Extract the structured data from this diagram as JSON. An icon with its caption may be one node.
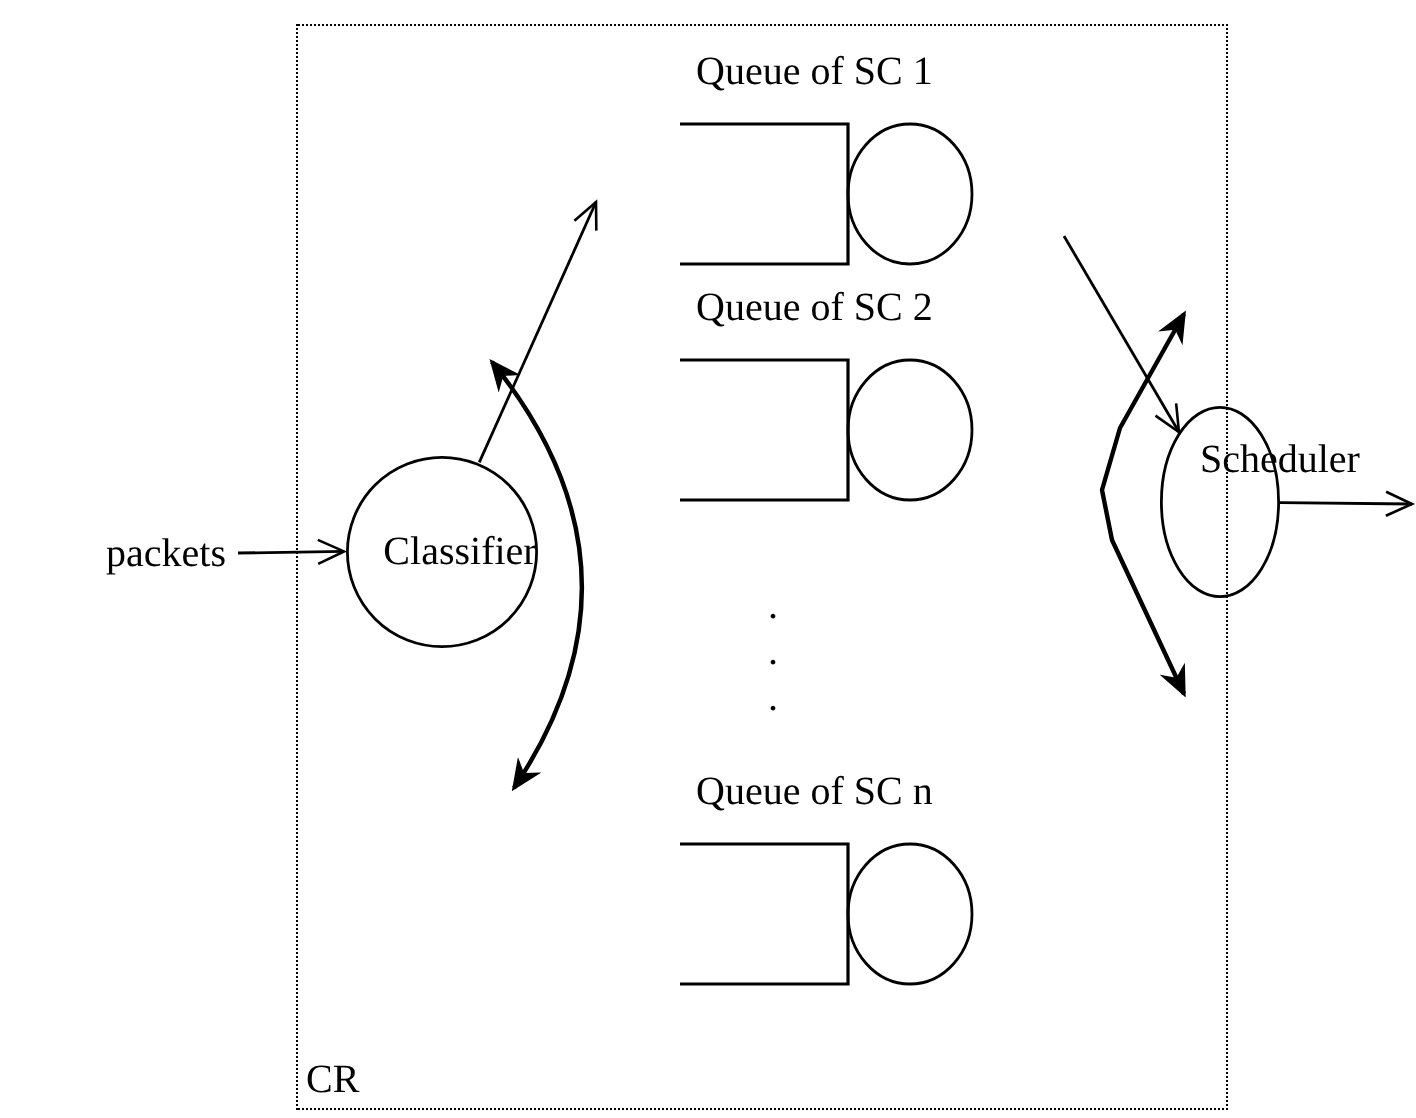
{
  "diagram": {
    "nodes": [
      {
        "text": [
          "CR"
        ]
      },
      {
        "text": [
          "packets"
        ]
      },
      {
        "text": [
          "Classifier"
        ],
        "in": 0
      },
      {
        "text": [
          "Queue of SC 1"
        ],
        "in": 0
      },
      {
        "text": [
          "Queue of SC 2"
        ],
        "in": 0
      },
      {
        "text": [
          "Queue of SC n"
        ],
        "in": 0
      },
      {
        "text": [
          "Scheduler"
        ]
      }
    ],
    "edges": [
      {
        "from": 1,
        "to": 2,
        "arrow": "to"
      },
      {
        "from": 2,
        "to": null,
        "arrow": "to"
      },
      {
        "from": null,
        "to": 6,
        "arrow": "to"
      },
      {
        "from": 6,
        "to": null,
        "arrow": "to"
      }
    ],
    "labels": [
      ".",
      ".",
      "."
    ]
  }
}
